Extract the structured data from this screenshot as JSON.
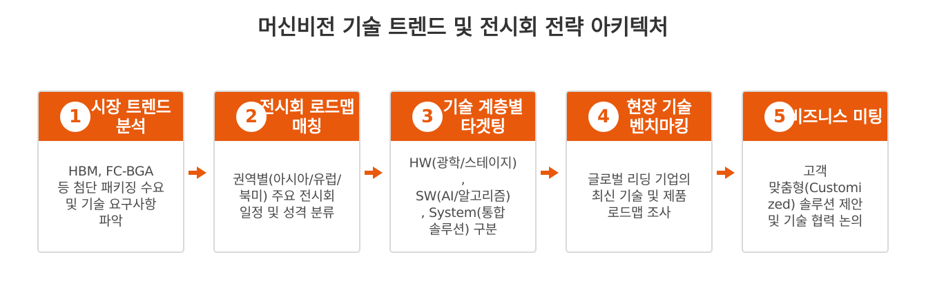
{
  "title": "머신비전 기술 트렌드 및 전시회 전략 아키텍처",
  "accent_color": "#e8590c",
  "steps": [
    {
      "number": "1",
      "heading": "시장 트렌드\n분석",
      "body": "HBM, FC-BGA\n등 첨단 패키징 수요\n및 기술 요구사항\n파악"
    },
    {
      "number": "2",
      "heading": "전시회 로드맵\n매칭",
      "body": "권역별(아시아/유럽/\n북미) 주요 전시회\n일정 및 성격 분류"
    },
    {
      "number": "3",
      "heading": "기술 계층별\n타겟팅",
      "body": "HW(광학/스테이지)\n,\nSW(AI/알고리즘)\n, System(통합\n솔루션) 구분"
    },
    {
      "number": "4",
      "heading": "현장 기술\n벤치마킹",
      "body": "글로벌 리딩 기업의\n최신 기술 및 제품\n로드맵 조사"
    },
    {
      "number": "5",
      "heading": "비즈니스 미팅",
      "body": "고객\n맞춤형(Customi\nzed) 솔루션 제안\n및 기술 협력 논의"
    }
  ]
}
